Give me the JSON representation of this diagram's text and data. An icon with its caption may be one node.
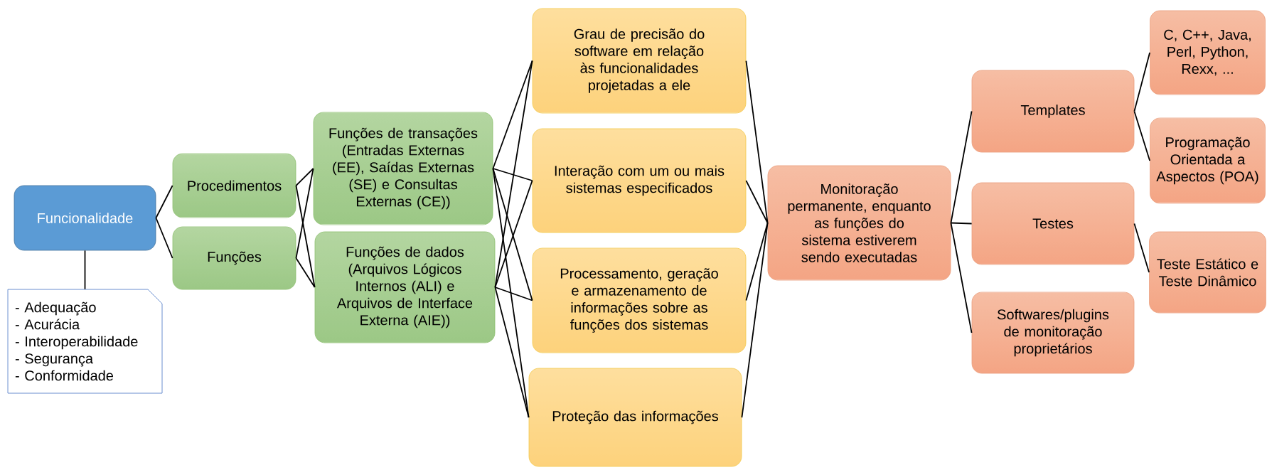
{
  "diagram": {
    "nodes": [
      {
        "text": [
          "Funcionalidade"
        ]
      },
      {
        "text": [
          "- Adequação",
          "- Acurácia",
          "- Interoperabilidade",
          "- Segurança",
          "- Conformidade"
        ]
      },
      {
        "text": [
          "Procedimentos"
        ]
      },
      {
        "text": [
          "Funções"
        ]
      },
      {
        "text": [
          "Funções de transações (Entradas Externas (EE), Saídas Externas (SE) e Consultas Externas (CE))"
        ]
      },
      {
        "text": [
          "Funções de dados (Arquivos Lógicos Internos (ALI) e Arquivos de Interface Externa (AIE))"
        ]
      },
      {
        "text": [
          "Grau de precisão do software em relação às funcionalidades projetadas a ele"
        ]
      },
      {
        "text": [
          "Interação com um ou mais sistemas especificados"
        ]
      },
      {
        "text": [
          "Processamento, geração e armazenamento de informações sobre as funções dos sistemas"
        ]
      },
      {
        "text": [
          "Proteção das informações"
        ]
      },
      {
        "text": [
          "Monitoração permanente, enquanto as funções do sistema estiverem sendo executadas"
        ]
      },
      {
        "text": [
          "Templates"
        ]
      },
      {
        "text": [
          "Testes"
        ]
      },
      {
        "text": [
          "Softwares/plugins de monitoração proprietários"
        ]
      },
      {
        "text": [
          "C, C++, Java, Perl, Python, Rexx, ..."
        ]
      },
      {
        "text": [
          "Programação Orientada a Aspectos (POA)"
        ]
      },
      {
        "text": [
          "Teste Estático e Teste Dinâmico"
        ]
      }
    ],
    "edges": [
      {
        "from": 0,
        "to": 1,
        "arrow": "none"
      },
      {
        "from": 0,
        "to": 2,
        "arrow": "none"
      },
      {
        "from": 0,
        "to": 3,
        "arrow": "none"
      },
      {
        "from": 2,
        "to": 4,
        "arrow": "none"
      },
      {
        "from": 2,
        "to": 5,
        "arrow": "none"
      },
      {
        "from": 3,
        "to": 4,
        "arrow": "none"
      },
      {
        "from": 3,
        "to": 5,
        "arrow": "none"
      },
      {
        "from": 4,
        "to": 6,
        "arrow": "none"
      },
      {
        "from": 4,
        "to": 7,
        "arrow": "none"
      },
      {
        "from": 4,
        "to": 8,
        "arrow": "none"
      },
      {
        "from": 4,
        "to": 9,
        "arrow": "none"
      },
      {
        "from": 5,
        "to": 6,
        "arrow": "none"
      },
      {
        "from": 5,
        "to": 7,
        "arrow": "none"
      },
      {
        "from": 5,
        "to": 8,
        "arrow": "none"
      },
      {
        "from": 5,
        "to": 9,
        "arrow": "none"
      },
      {
        "from": 6,
        "to": 10,
        "arrow": "none"
      },
      {
        "from": 7,
        "to": 10,
        "arrow": "none"
      },
      {
        "from": 8,
        "to": 10,
        "arrow": "none"
      },
      {
        "from": 9,
        "to": 10,
        "arrow": "none"
      },
      {
        "from": 10,
        "to": 11,
        "arrow": "none"
      },
      {
        "from": 10,
        "to": 12,
        "arrow": "none"
      },
      {
        "from": 10,
        "to": 13,
        "arrow": "none"
      },
      {
        "from": 11,
        "to": 14,
        "arrow": "none"
      },
      {
        "from": 11,
        "to": 15,
        "arrow": "none"
      },
      {
        "from": 12,
        "to": 16,
        "arrow": "none"
      }
    ]
  }
}
